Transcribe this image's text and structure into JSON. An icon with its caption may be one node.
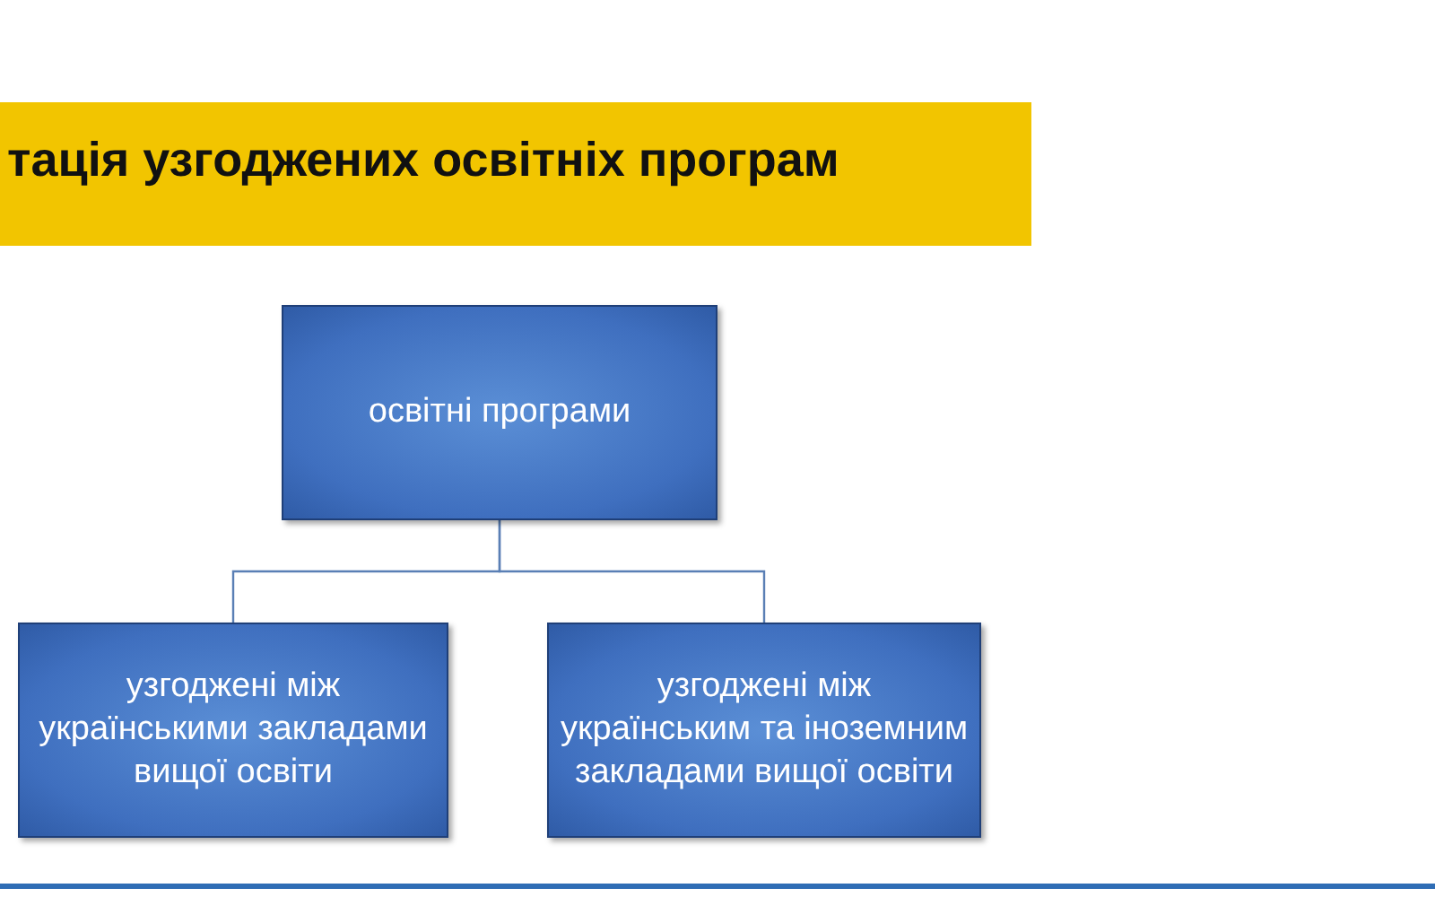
{
  "diagram": {
    "title": "тація узгоджених освітніх програм",
    "nodes": [
      {
        "text": [
          "освітні програми"
        ]
      },
      {
        "text": [
          "узгоджені між українськими закладами вищої освіти"
        ]
      },
      {
        "text": [
          "узгоджені між українським та іноземним закладами вищої освіти"
        ]
      }
    ],
    "edges": [
      {
        "from": 0,
        "to": 1,
        "arrow": "none"
      },
      {
        "from": 0,
        "to": 2,
        "arrow": "none"
      }
    ]
  }
}
